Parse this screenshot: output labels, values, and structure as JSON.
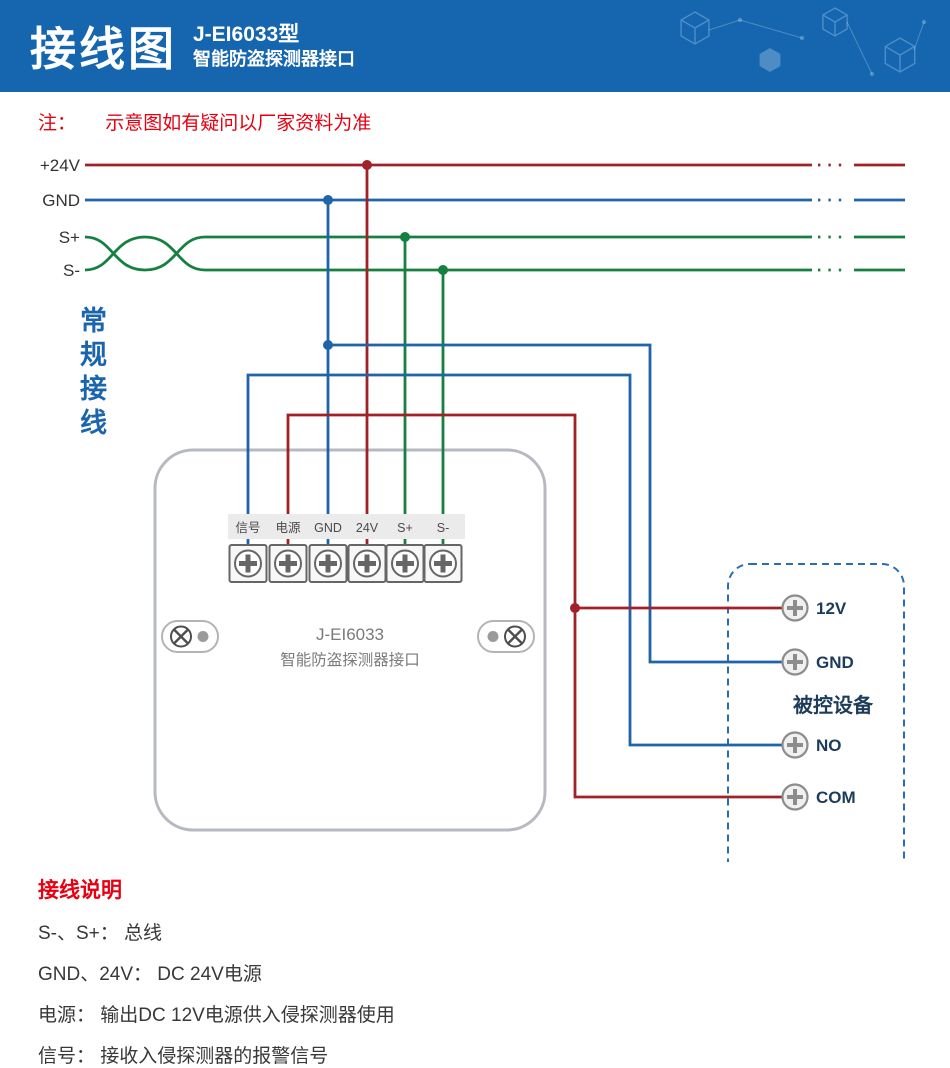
{
  "header": {
    "title": "接线图",
    "model": "J-EI6033型",
    "subtitle": "智能防盗探测器接口"
  },
  "note": {
    "label": "注：",
    "text": "示意图如有疑问以厂家资料为准"
  },
  "bus": {
    "labels": [
      "+24V",
      "GND",
      "S+",
      "S-"
    ]
  },
  "section_label": "常规接线",
  "device": {
    "terminals": [
      "信号",
      "电源",
      "GND",
      "24V",
      "S+",
      "S-"
    ],
    "model": "J-EI6033",
    "name": "智能防盗探测器接口"
  },
  "controlled": {
    "title": "被控设备",
    "terminals": [
      "12V",
      "GND",
      "NO",
      "COM"
    ]
  },
  "legend": {
    "title": "接线说明",
    "items": [
      "S-、S+： 总线",
      "GND、24V： DC 24V电源",
      "电源： 输出DC 12V电源供入侵探测器使用",
      "信号： 接收入侵探测器的报警信号"
    ]
  },
  "colors": {
    "header_bg": "#1566af",
    "wire_red": "#a02128",
    "wire_blue": "#1f64a8",
    "wire_green": "#15803f",
    "note_red": "#e60012",
    "label_navy": "#1d3c5a",
    "section_blue": "#1b64ae"
  }
}
